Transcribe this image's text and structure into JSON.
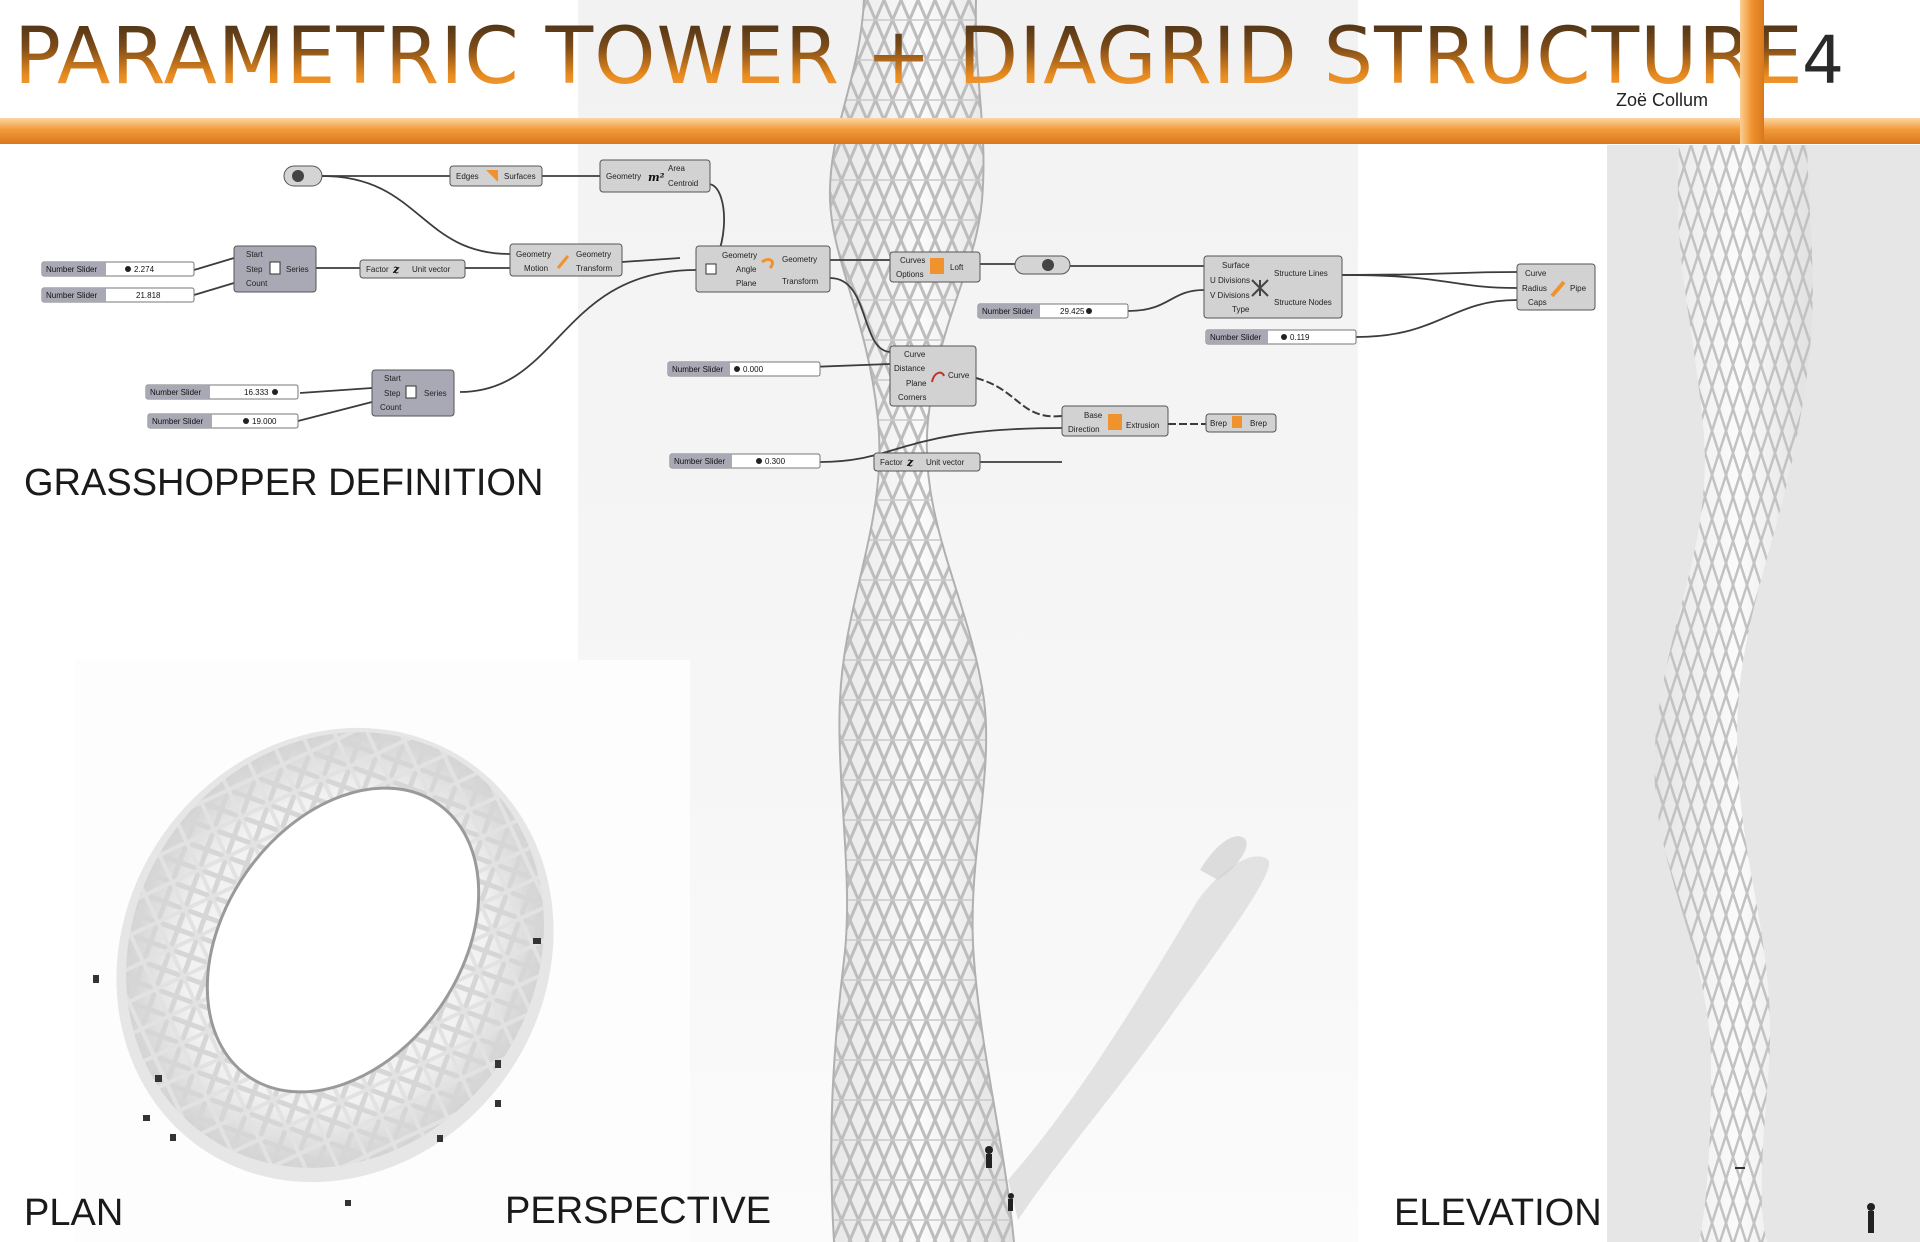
{
  "header": {
    "title": "PARAMETRIC TOWER + DIAGRID STRUCTURE",
    "author": "Zoë Collum",
    "page_number": "4"
  },
  "labels": {
    "grasshopper": "GRASSHOPPER DEFINITION",
    "plan": "PLAN",
    "perspective": "PERSPECTIVE",
    "elevation": "ELEVATION"
  },
  "colors": {
    "accent": "#f0922e",
    "accent_dark": "#d9781c",
    "component_fill": "#d2d2d2",
    "component_dark": "#a9a9b6"
  },
  "grasshopper": {
    "sliders": [
      {
        "label": "Number Slider",
        "value": "2.274"
      },
      {
        "label": "Number Slider",
        "value": "21.818"
      },
      {
        "label": "Number Slider",
        "value": "16.333"
      },
      {
        "label": "Number Slider",
        "value": "19.000"
      },
      {
        "label": "Number Slider",
        "value": "0.000"
      },
      {
        "label": "Number Slider",
        "value": "0.300"
      },
      {
        "label": "Number Slider",
        "value": "29.425"
      },
      {
        "label": "Number Slider",
        "value": "0.119"
      }
    ],
    "components": {
      "edges": {
        "in": "Edges",
        "out": "Surfaces"
      },
      "area": {
        "in": "Geometry",
        "out1": "Area",
        "out2": "Centroid"
      },
      "series1": {
        "p1": "Start",
        "p2": "Step",
        "p3": "Count",
        "out": "Series"
      },
      "unit1": {
        "in": "Factor",
        "out": "Unit vector"
      },
      "move": {
        "in1": "Geometry",
        "in2": "Motion",
        "out1": "Geometry",
        "out2": "Transform"
      },
      "rotate": {
        "in1": "Geometry",
        "in2": "Angle",
        "in3": "Plane",
        "out1": "Geometry",
        "out2": "Transform"
      },
      "series2": {
        "p1": "Start",
        "p2": "Step",
        "p3": "Count",
        "out": "Series"
      },
      "loft": {
        "in1": "Curves",
        "in2": "Options",
        "out": "Loft"
      },
      "diagrid": {
        "in1": "Surface",
        "in2": "U Divisions",
        "in3": "V Divisions",
        "in4": "Type",
        "out1": "Structure Lines",
        "out2": "Structure Nodes"
      },
      "pipe": {
        "in1": "Curve",
        "in2": "Radius",
        "in3": "Caps",
        "out": "Pipe"
      },
      "offset": {
        "in1": "Curve",
        "in2": "Distance",
        "in3": "Plane",
        "in4": "Corners",
        "out": "Curve"
      },
      "extrude": {
        "in1": "Base",
        "in2": "Direction",
        "out": "Extrusion"
      },
      "brep": {
        "in": "Brep",
        "out": "Brep"
      },
      "unit2": {
        "in": "Factor",
        "out": "Unit vector"
      }
    }
  }
}
